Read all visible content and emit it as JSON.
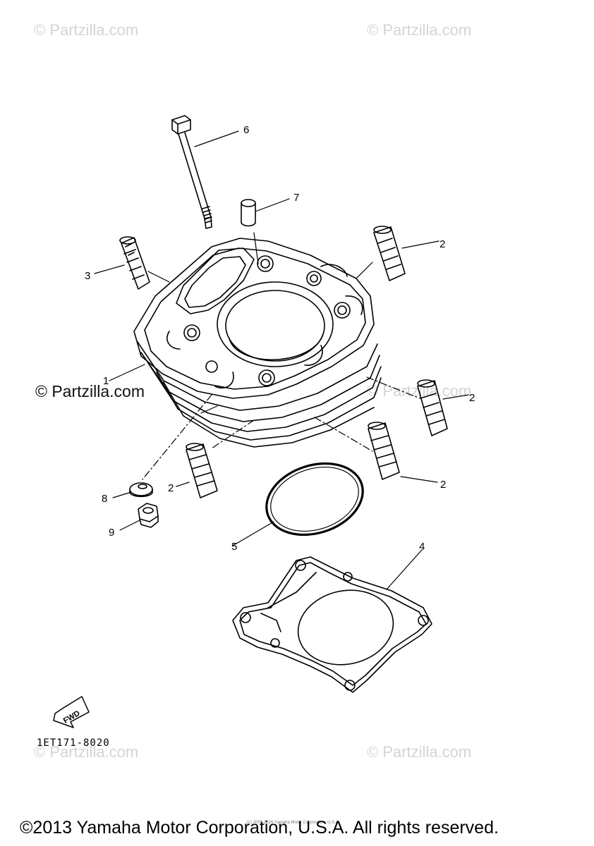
{
  "watermarks": {
    "top_left": "© Partzilla.com",
    "top_right": "© Partzilla.com",
    "mid_left": "© Partzilla.com",
    "mid_right": "© Partzilla.com",
    "bottom_left": "© Partzilla.com",
    "bottom_right": "© Partzilla.com"
  },
  "callouts": {
    "c1": "1",
    "c2a": "2",
    "c2b": "2",
    "c2c": "2",
    "c2d": "2",
    "c3": "3",
    "c4": "4",
    "c5": "5",
    "c6": "6",
    "c7": "7",
    "c8": "8",
    "c9": "9"
  },
  "fwd_label": "FWD",
  "diagram_code": "1ET171-8020",
  "tiny_notice": "(c) 2005-2016 Yamaha Motor Corporation, U.S.A.",
  "copyright": "©2013 Yamaha Motor Corporation, U.S.A. All rights reserved.",
  "colors": {
    "line": "#000000",
    "watermark": "#d4d4d4",
    "background": "#ffffff"
  }
}
